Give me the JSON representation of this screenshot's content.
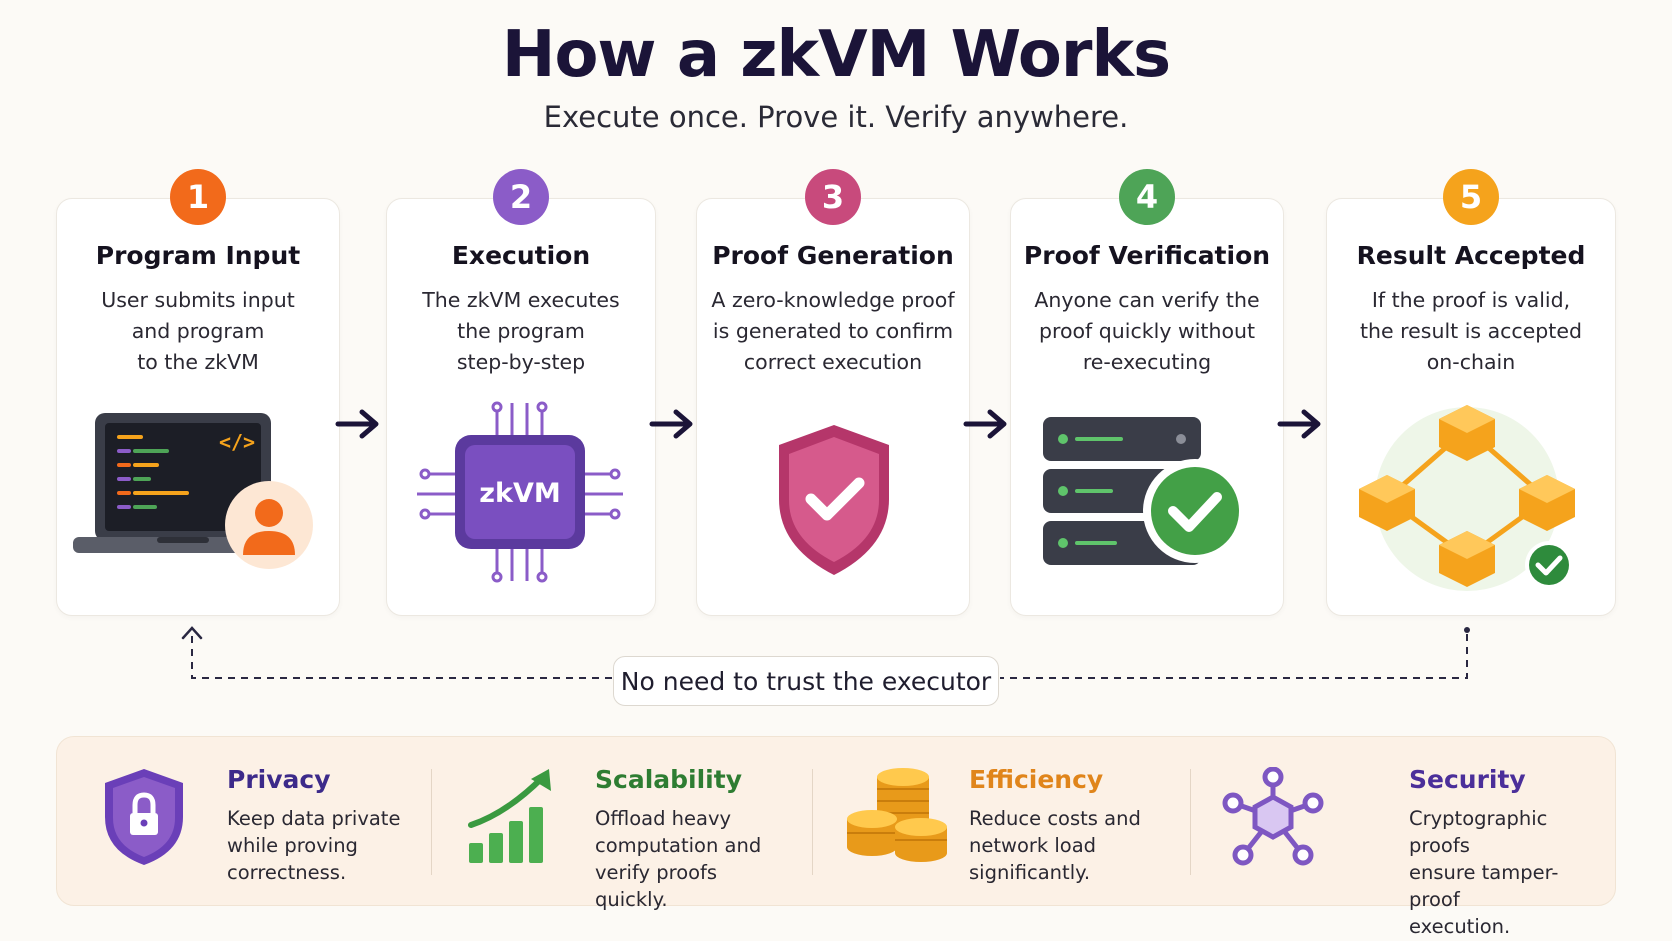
{
  "header": {
    "title": "How a zkVM Works",
    "subtitle": "Execute once. Prove it. Verify anywhere."
  },
  "steps": [
    {
      "number": "1",
      "title": "Program Input",
      "desc": [
        "User submits input",
        "and program",
        "to the zkVM"
      ],
      "color": "#f26a1b"
    },
    {
      "number": "2",
      "title": "Execution",
      "desc": [
        "The zkVM executes",
        "the program",
        "step-by-step"
      ],
      "color": "#8b5cc8"
    },
    {
      "number": "3",
      "title": "Proof Generation",
      "desc": [
        "A zero-knowledge proof",
        "is generated to confirm",
        "correct execution"
      ],
      "color": "#c84a7c"
    },
    {
      "number": "4",
      "title": "Proof Verification",
      "desc": [
        "Anyone can verify the",
        "proof quickly without",
        "re-executing"
      ],
      "color": "#4ea457"
    },
    {
      "number": "5",
      "title": "Result Accepted",
      "desc": [
        "If the proof is valid,",
        "the result is accepted",
        "on-chain"
      ],
      "color": "#f5a31c"
    }
  ],
  "illustrations": {
    "chip_label": "zkVM",
    "code_tag": "</>"
  },
  "loop": {
    "label": "No need to trust the executor"
  },
  "benefits": [
    {
      "title": "Privacy",
      "desc": [
        "Keep data private",
        "while proving",
        "correctness."
      ],
      "color": "#3c2a8a",
      "icon": "shield-lock-icon"
    },
    {
      "title": "Scalability",
      "desc": [
        "Offload heavy",
        "computation and",
        "verify proofs quickly."
      ],
      "color": "#2e7d32",
      "icon": "growth-chart-icon"
    },
    {
      "title": "Efficiency",
      "desc": [
        "Reduce costs and",
        "network load",
        "significantly."
      ],
      "color": "#e0851b",
      "icon": "coins-icon"
    },
    {
      "title": "Security",
      "desc": [
        "Cryptographic proofs",
        "ensure tamper-proof",
        "execution."
      ],
      "color": "#4b2f9a",
      "icon": "network-node-icon"
    }
  ]
}
